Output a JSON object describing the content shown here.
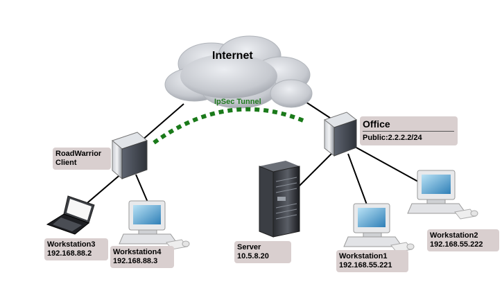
{
  "cloud": {
    "label": "Internet"
  },
  "tunnel": {
    "label": "IpSec Tunnel",
    "color": "#1a7a1a"
  },
  "roadwarrior": {
    "line1": "RoadWarrior",
    "line2": "Client"
  },
  "office": {
    "title": "Office",
    "public": "Public:2.2.2.2/24"
  },
  "workstation3": {
    "name": "Workstation3",
    "ip": "192.168.88.2"
  },
  "workstation4": {
    "name": "Workstation4",
    "ip": "192.168.88.3"
  },
  "server": {
    "name": "Server",
    "ip": "10.5.8.20"
  },
  "workstation1": {
    "name": "Workstation1",
    "ip": "192.168.55.221"
  },
  "workstation2": {
    "name": "Workstation2",
    "ip": "192.168.55.222"
  },
  "colors": {
    "label_bg": "#d9cfcf",
    "cloud": "#c9cbd0",
    "link": "#000000"
  }
}
